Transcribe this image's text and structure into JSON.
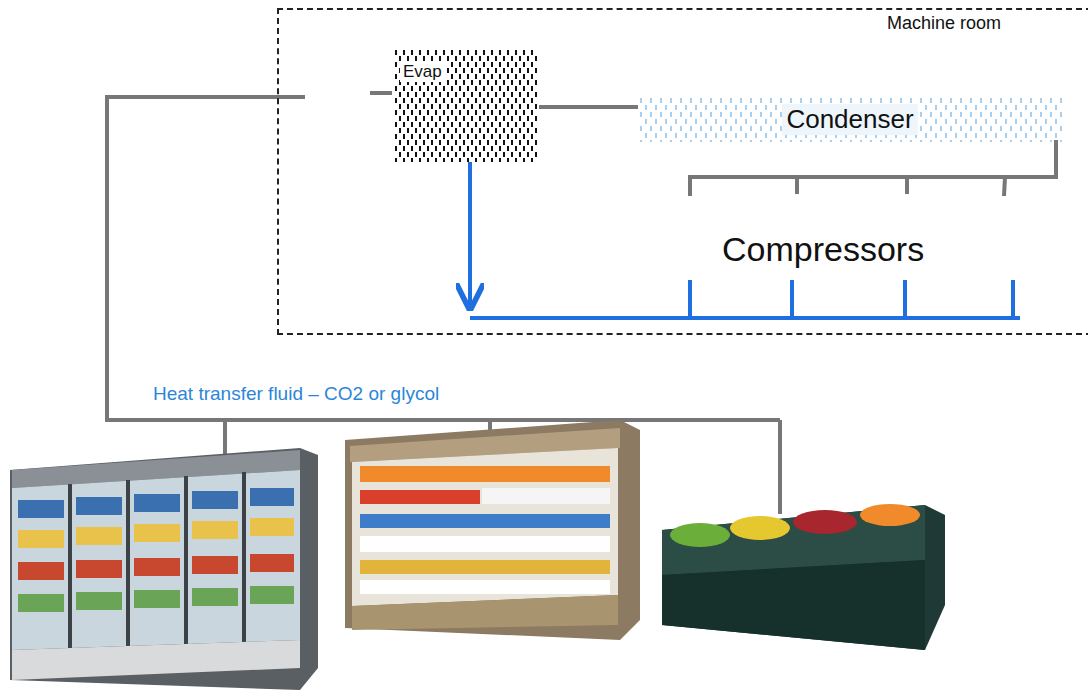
{
  "diagram": {
    "nodes": [
      {
        "text": [
          "Machine room"
        ]
      },
      {
        "text": [
          "Evap"
        ],
        "in": 0
      },
      {
        "text": [
          "Condenser"
        ],
        "in": 0
      }
    ],
    "edges": [
      {
        "from": 1,
        "to": 2,
        "arrow": "none"
      }
    ],
    "labels": [
      "Compressors",
      "Heat transfer fluid – CO2 or glycol"
    ]
  }
}
